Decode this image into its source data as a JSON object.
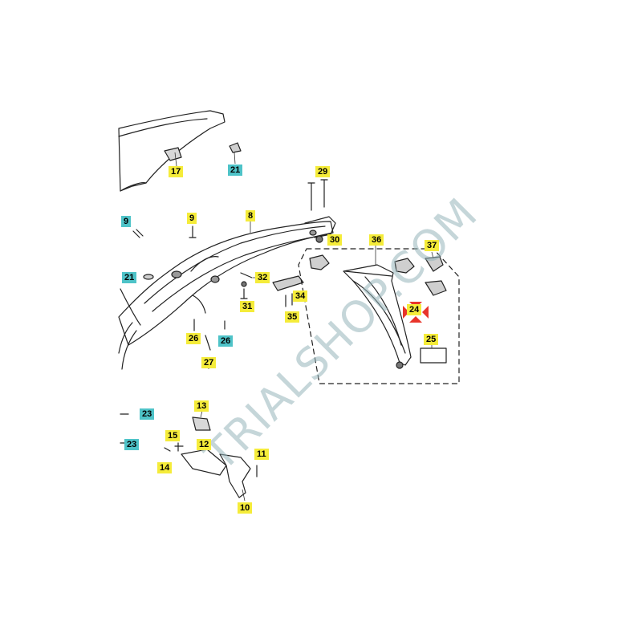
{
  "watermark": "TRIALSHOP.COM",
  "callouts": {
    "c17": "17",
    "c21a": "21",
    "c29": "29",
    "c9a": "9",
    "c9b": "9",
    "c8": "8",
    "c30": "30",
    "c36": "36",
    "c37": "37",
    "c21b": "21",
    "c32": "32",
    "c31": "31",
    "c34": "34",
    "c35": "35",
    "c24": "24",
    "c26a": "26",
    "c26b": "26",
    "c27": "27",
    "c25": "25",
    "c13": "13",
    "c23a": "23",
    "c15": "15",
    "c23b": "23",
    "c12": "12",
    "c14": "14",
    "c11": "11",
    "c10": "10"
  },
  "colors": {
    "highlight_yellow": "#f5ec3a",
    "highlight_cyan": "#4ec3c8",
    "selected_marker": "#e8352b"
  }
}
